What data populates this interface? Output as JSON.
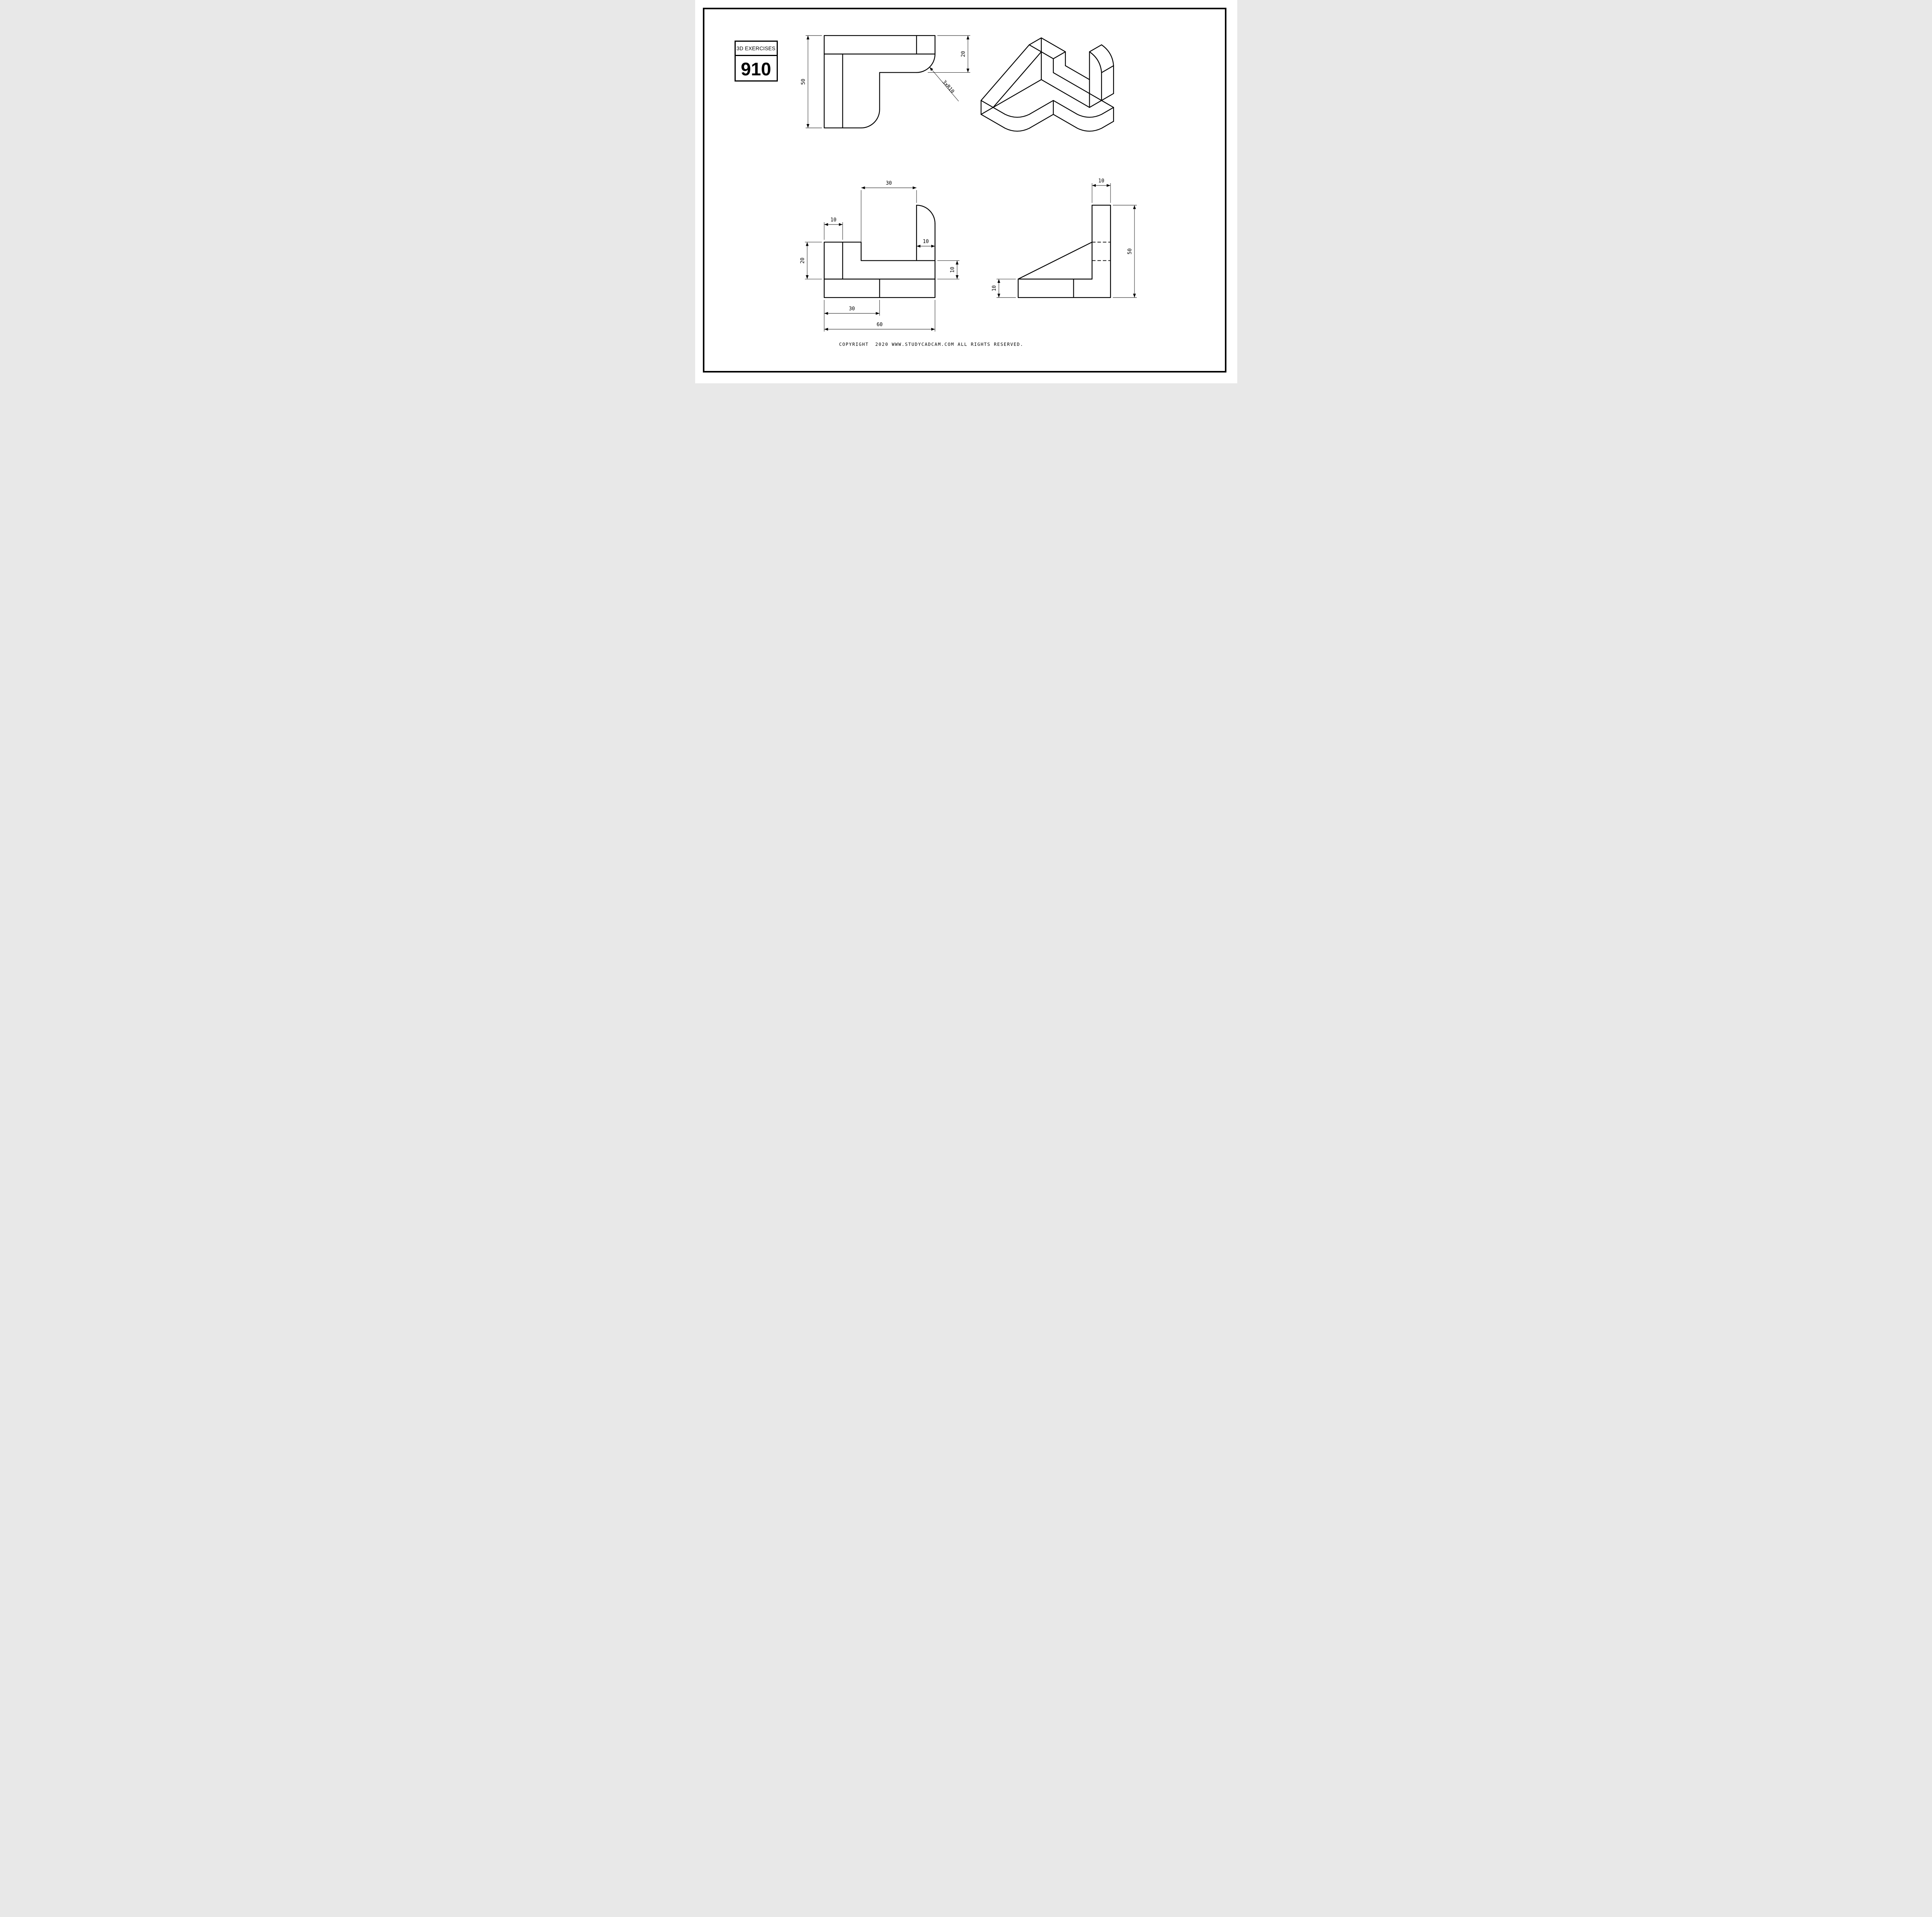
{
  "title_block": {
    "series": "3D EXERCISES",
    "number": "910"
  },
  "views": {
    "top": {
      "dims": {
        "depth": "50",
        "strip_depth": "20",
        "fillet_note": "3xR10"
      }
    },
    "front": {
      "dims": {
        "notch_width": "30",
        "gusset_width": "10",
        "wall_height": "20",
        "hook_width": "10",
        "hook_gap": "10",
        "base_left": "30",
        "base_total": "60"
      }
    },
    "side": {
      "dims": {
        "wall_width": "10",
        "total_height": "50",
        "base_height": "10"
      }
    }
  },
  "footer": {
    "copyright": "COPYRIGHT  2020 WWW.STUDYCADCAM.COM ALL RIGHTS RESERVED."
  }
}
